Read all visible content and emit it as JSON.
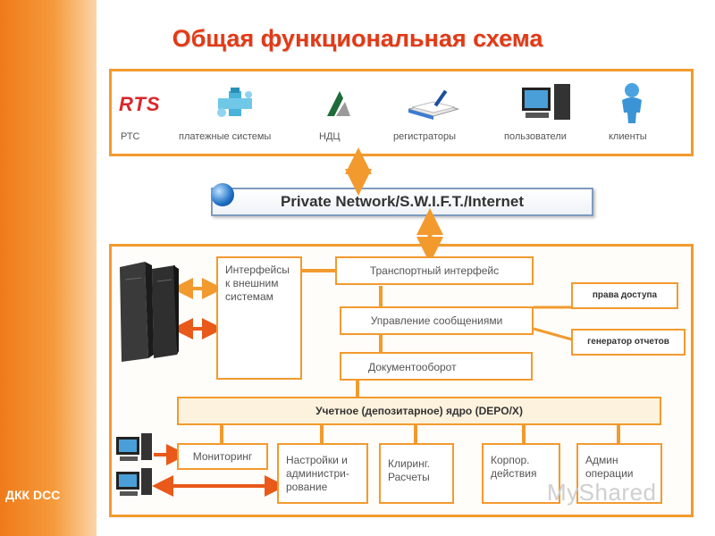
{
  "title": "Общая функциональная схема",
  "participants": [
    {
      "label": "РТС",
      "icon": "rts-logo-icon",
      "logo_text": "RTS"
    },
    {
      "label": "платежные системы",
      "icon": "payment-systems-icon"
    },
    {
      "label": "НДЦ",
      "icon": "ndc-logo-icon"
    },
    {
      "label": "регистраторы",
      "icon": "registrars-icon"
    },
    {
      "label": "пользователи",
      "icon": "users-computer-icon"
    },
    {
      "label": "клиенты",
      "icon": "clients-person-icon"
    }
  ],
  "network_label": "Private Network/S.W.I.F.T./Internet",
  "modules": {
    "external_interfaces": "Интерфейсы к внешним системам",
    "transport_interface": "Транспортный интерфейс",
    "message_management": "Управление сообщениями",
    "document_flow": "Документооборот",
    "access_rights": "права доступа",
    "report_generator": "генератор отчетов",
    "core": "Учетное (депозитарное) ядро (DEPO/X)",
    "monitoring": "Мониторинг",
    "settings": "Настройки и администри-рование",
    "clearing": "Клиринг. Расчеты",
    "corporate_actions": "Корпор. действия",
    "admin_operations": "Админ операции"
  },
  "footer_logo": "ДКК DCC",
  "watermark": "MyShared",
  "colors": {
    "accent": "#f29a2e",
    "title": "#e23a16",
    "network_border": "#7f9bc0"
  }
}
